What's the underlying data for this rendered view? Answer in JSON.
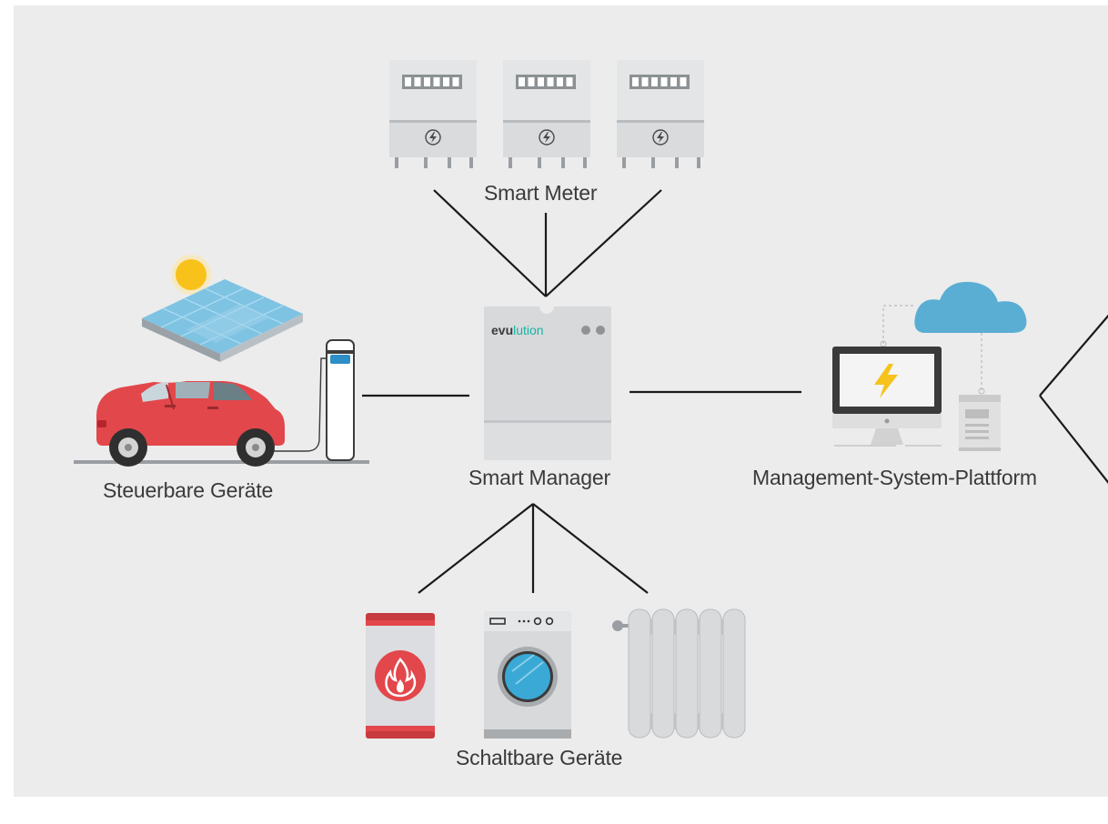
{
  "labels": {
    "smart_meter": "Smart Meter",
    "smart_manager": "Smart Manager",
    "steuerbare": "Steuerbare Geräte",
    "platform": "Management-System-Plattform",
    "schaltbare": "Schaltbare Geräte"
  },
  "brand": {
    "prefix": "evu",
    "suffix": "lution",
    "prefix_color": "#3a3a3a",
    "suffix_color": "#1bb3a5"
  },
  "colors": {
    "background": "#ececec",
    "line": "#1a1a1a",
    "device_gray": "#d7d9db",
    "car_red": "#e2474b",
    "panel_blue": "#7fc3e3",
    "sun": "#f9c21a",
    "cloud": "#5aaed4",
    "bolt": "#f6c21c"
  },
  "icons": [
    "smart-meter-icon",
    "smart-manager-device-icon",
    "solar-panel-icon",
    "sun-icon",
    "electric-car-icon",
    "charging-station-icon",
    "monitor-icon",
    "cloud-icon",
    "server-icon",
    "boiler-icon",
    "washing-machine-icon",
    "radiator-icon"
  ]
}
